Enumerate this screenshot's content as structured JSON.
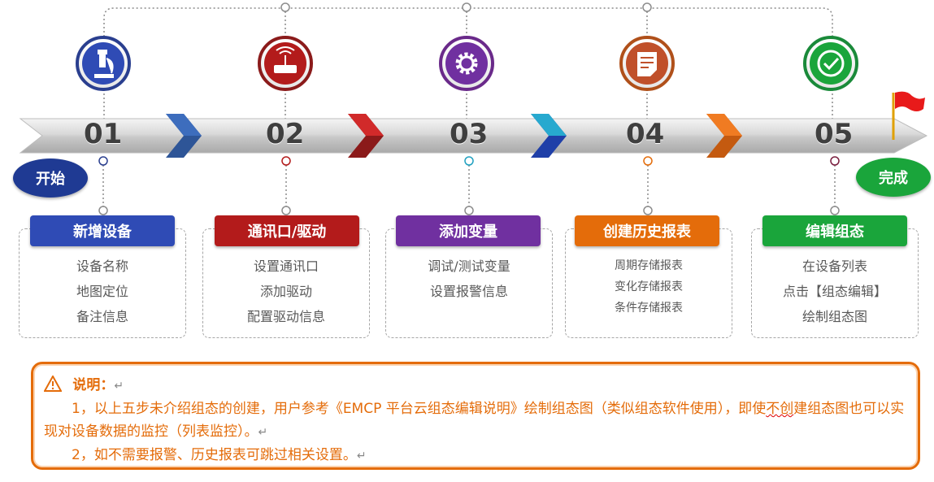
{
  "start_label": "开始",
  "end_label": "完成",
  "steps": [
    {
      "number": "01",
      "title": "新增设备",
      "color": "#2f4bb5",
      "ring": "#2a3f8f",
      "items": [
        "设备名称",
        "地图定位",
        "备注信息"
      ],
      "icon": "microscope-icon"
    },
    {
      "number": "02",
      "title": "通讯口/驱动",
      "color": "#b31b1b",
      "ring": "#8b1b1b",
      "items": [
        "设置通讯口",
        "添加驱动",
        "配置驱动信息"
      ],
      "icon": "router-icon"
    },
    {
      "number": "03",
      "title": "添加变量",
      "color": "#7030a0",
      "ring": "#6a2a8a",
      "items": [
        "调试/测试变量",
        "设置报警信息"
      ],
      "icon": "gear-icon"
    },
    {
      "number": "04",
      "title": "创建历史报表",
      "color": "#e46c0a",
      "ring": "#b0501a",
      "items": [
        "周期存储报表",
        "变化存储报表",
        "条件存储报表"
      ],
      "icon": "document-icon"
    },
    {
      "number": "05",
      "title": "编辑组态",
      "color": "#1aa53b",
      "ring": "#1a8a3a",
      "items": [
        "在设备列表",
        "点击【组态编辑】",
        "绘制组态图"
      ],
      "icon": "checkmark-icon"
    }
  ],
  "note": {
    "heading": "说明：",
    "line1_prefix": "1，以上五步未介绍组态的创建，用户参考《EMCP 平台云组态编辑说明》绘制组态图（类似组态软件使用），即使",
    "line1_wavy": "不创",
    "line1_suffix": "建组态图也可以实现对设备数据的监控（列表监控）。",
    "line2": "2，如不需要报警、历史报表可跳过相关设置。",
    "return_mark": "↵"
  }
}
